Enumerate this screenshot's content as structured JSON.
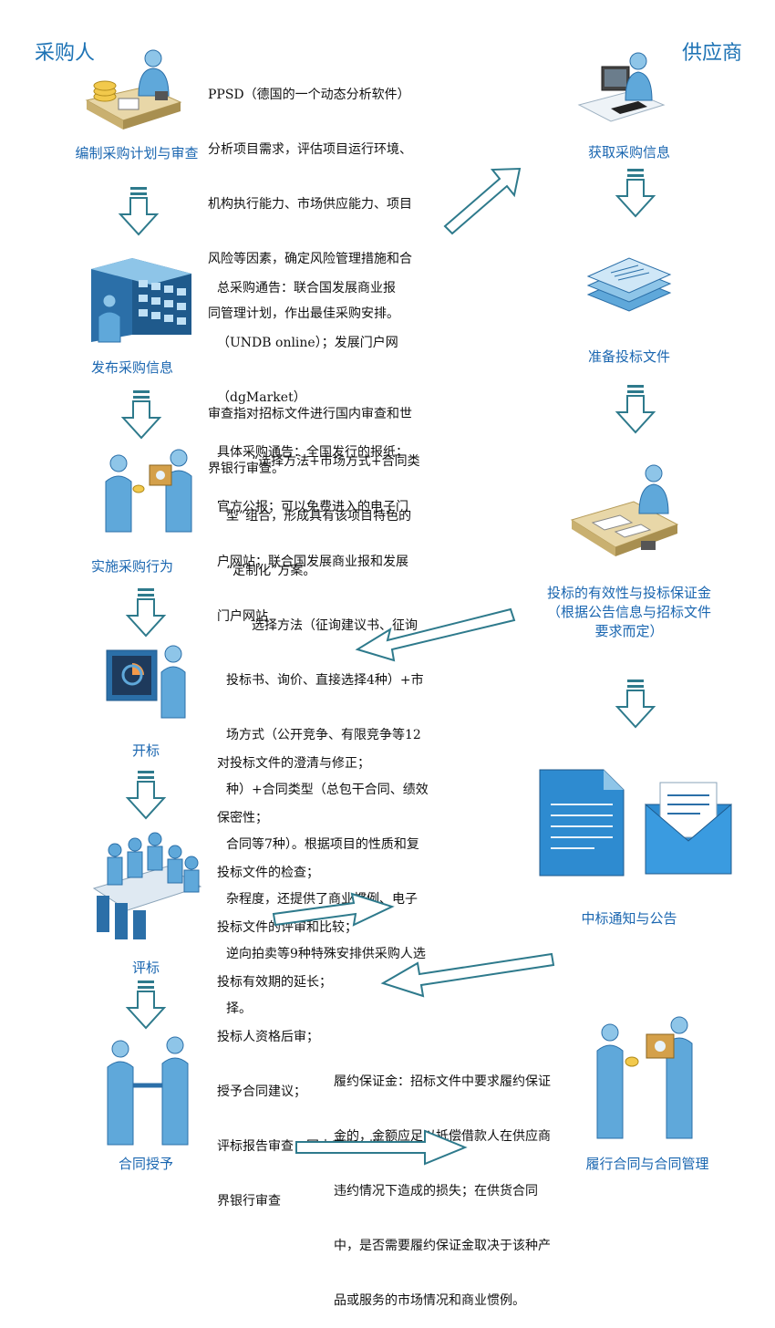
{
  "headers": {
    "buyer": "采购人",
    "supplier": "供应商"
  },
  "buyer_steps": [
    "编制采购计划与审查",
    "发布采购信息",
    "实施采购行为",
    "开标",
    "评标",
    "合同授予"
  ],
  "supplier_steps": [
    "获取采购信息",
    "准备投标文件",
    "投标的有效性与投标保证金",
    "（根据公告信息与招标文件",
    "要求而定）",
    "中标通知与公告",
    "履行合同与合同管理"
  ],
  "notes": {
    "plan": [
      "PPSD（德国的一个动态分析软件）",
      "分析项目需求，评估项目运行环境、",
      "机构执行能力、市场供应能力、项目",
      "风险等因素，确定风险管理措施和合",
      "同管理计划，作出最佳采购安排。",
      "",
      "审查指对招标文件进行国内审查和世",
      "界银行审查。"
    ],
    "publish": [
      "总采购通告：联合国发展商业报",
      "（UNDB online）；发展门户网",
      "（dgMarket）",
      "具体采购通告：全国发行的报纸；",
      "官方公报；可以免费进入的电子门",
      "户网站；联合国发展商业报和发展",
      "门户网站"
    ],
    "method": [
      "　　“选择方法+市场方式+合同类",
      "型”组合，形成具有该项目特色的",
      "“定制化”方案。",
      "　　选择方法（征询建议书、征询",
      "投标书、询价、直接选择4种）+市",
      "场方式（公开竞争、有限竞争等12",
      "种）+合同类型（总包干合同、绩效",
      "合同等7种）。根据项目的性质和复",
      "杂程度，还提供了商业惯例、电子",
      "逆向拍卖等9种特殊安排供采购人选",
      "择。"
    ],
    "evaluation": [
      "对投标文件的澄清与修正；",
      "保密性；",
      "投标文件的检查；",
      "投标文件的评审和比较；",
      "投标有效期的延长；",
      "投标人资格后审；",
      "授予合同建议；",
      "评标报告审查：国内审查+世",
      "界银行审查"
    ],
    "performance": [
      "履约保证金：招标文件中要求履约保证",
      "金的，金额应足以抵偿借款人在供应商",
      "违约情况下造成的损失；在供货合同",
      "中，是否需要履约保证金取决于该种产",
      "品或服务的市场情况和商业惯例。"
    ]
  },
  "colors": {
    "accent": "#1a66b0",
    "arrow_stroke": "#2e7a8c",
    "icon_light": "#8ec5e8",
    "icon_dark": "#2b6fa8"
  }
}
